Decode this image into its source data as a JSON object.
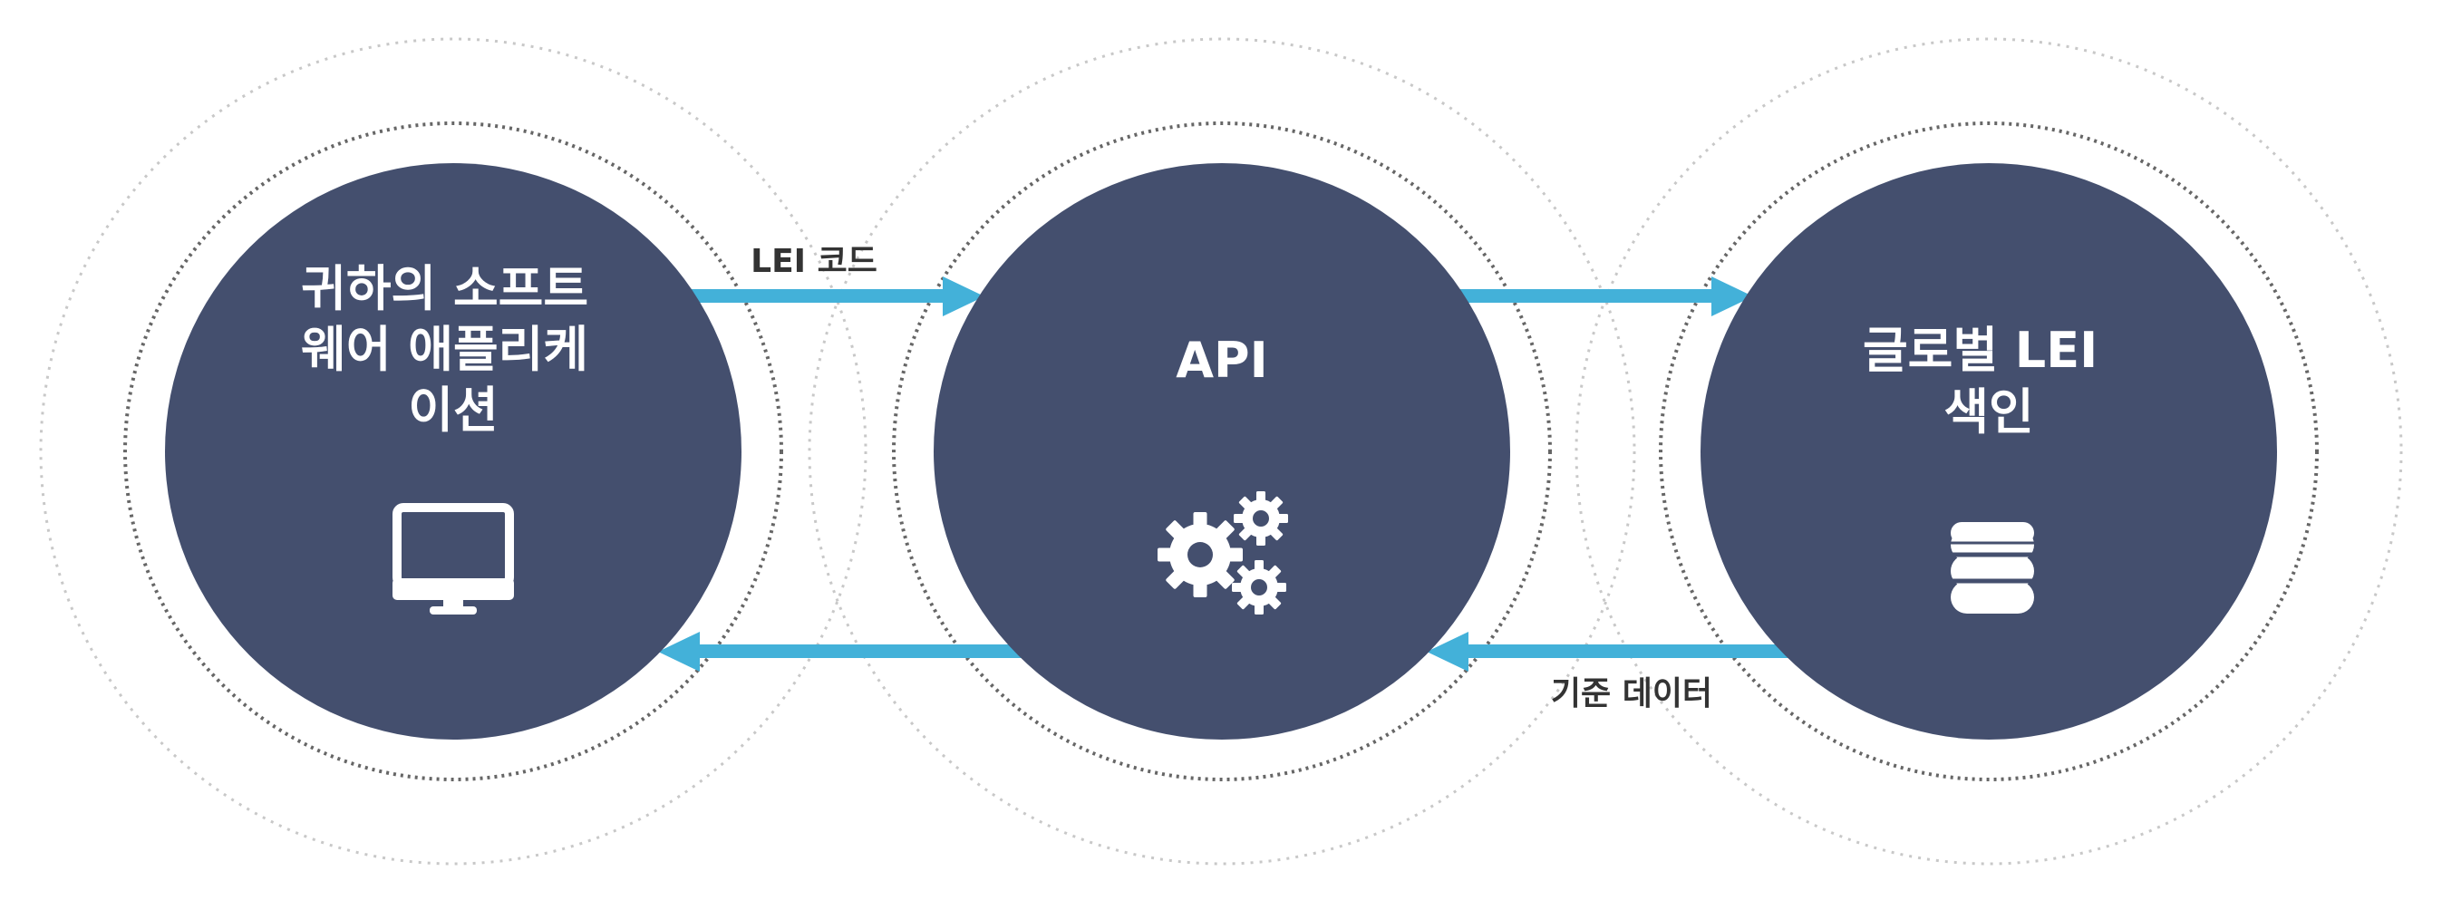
{
  "colors": {
    "node_fill": "#444f6e",
    "arrow": "#43b1d9",
    "outer_ring": "#c8c8c8",
    "inner_ring": "#666666",
    "icon": "#ffffff",
    "label_text": "#333333"
  },
  "nodes": [
    {
      "id": "software-application",
      "lines": [
        "귀하의 소프트",
        "웨어 애플리케",
        "이션"
      ],
      "icon": "monitor-icon"
    },
    {
      "id": "api",
      "lines": [
        "API"
      ],
      "icon": "gears-icon"
    },
    {
      "id": "global-lei-index",
      "lines": [
        "글로벌 LEI",
        "색인"
      ],
      "icon": "database-icon"
    }
  ],
  "edges": [
    {
      "from": "software-application",
      "to": "api",
      "label": "LEI 코드"
    },
    {
      "from": "api",
      "to": "global-lei-index",
      "label": ""
    },
    {
      "from": "global-lei-index",
      "to": "api",
      "label": "기준 데이터"
    },
    {
      "from": "api",
      "to": "software-application",
      "label": ""
    }
  ]
}
